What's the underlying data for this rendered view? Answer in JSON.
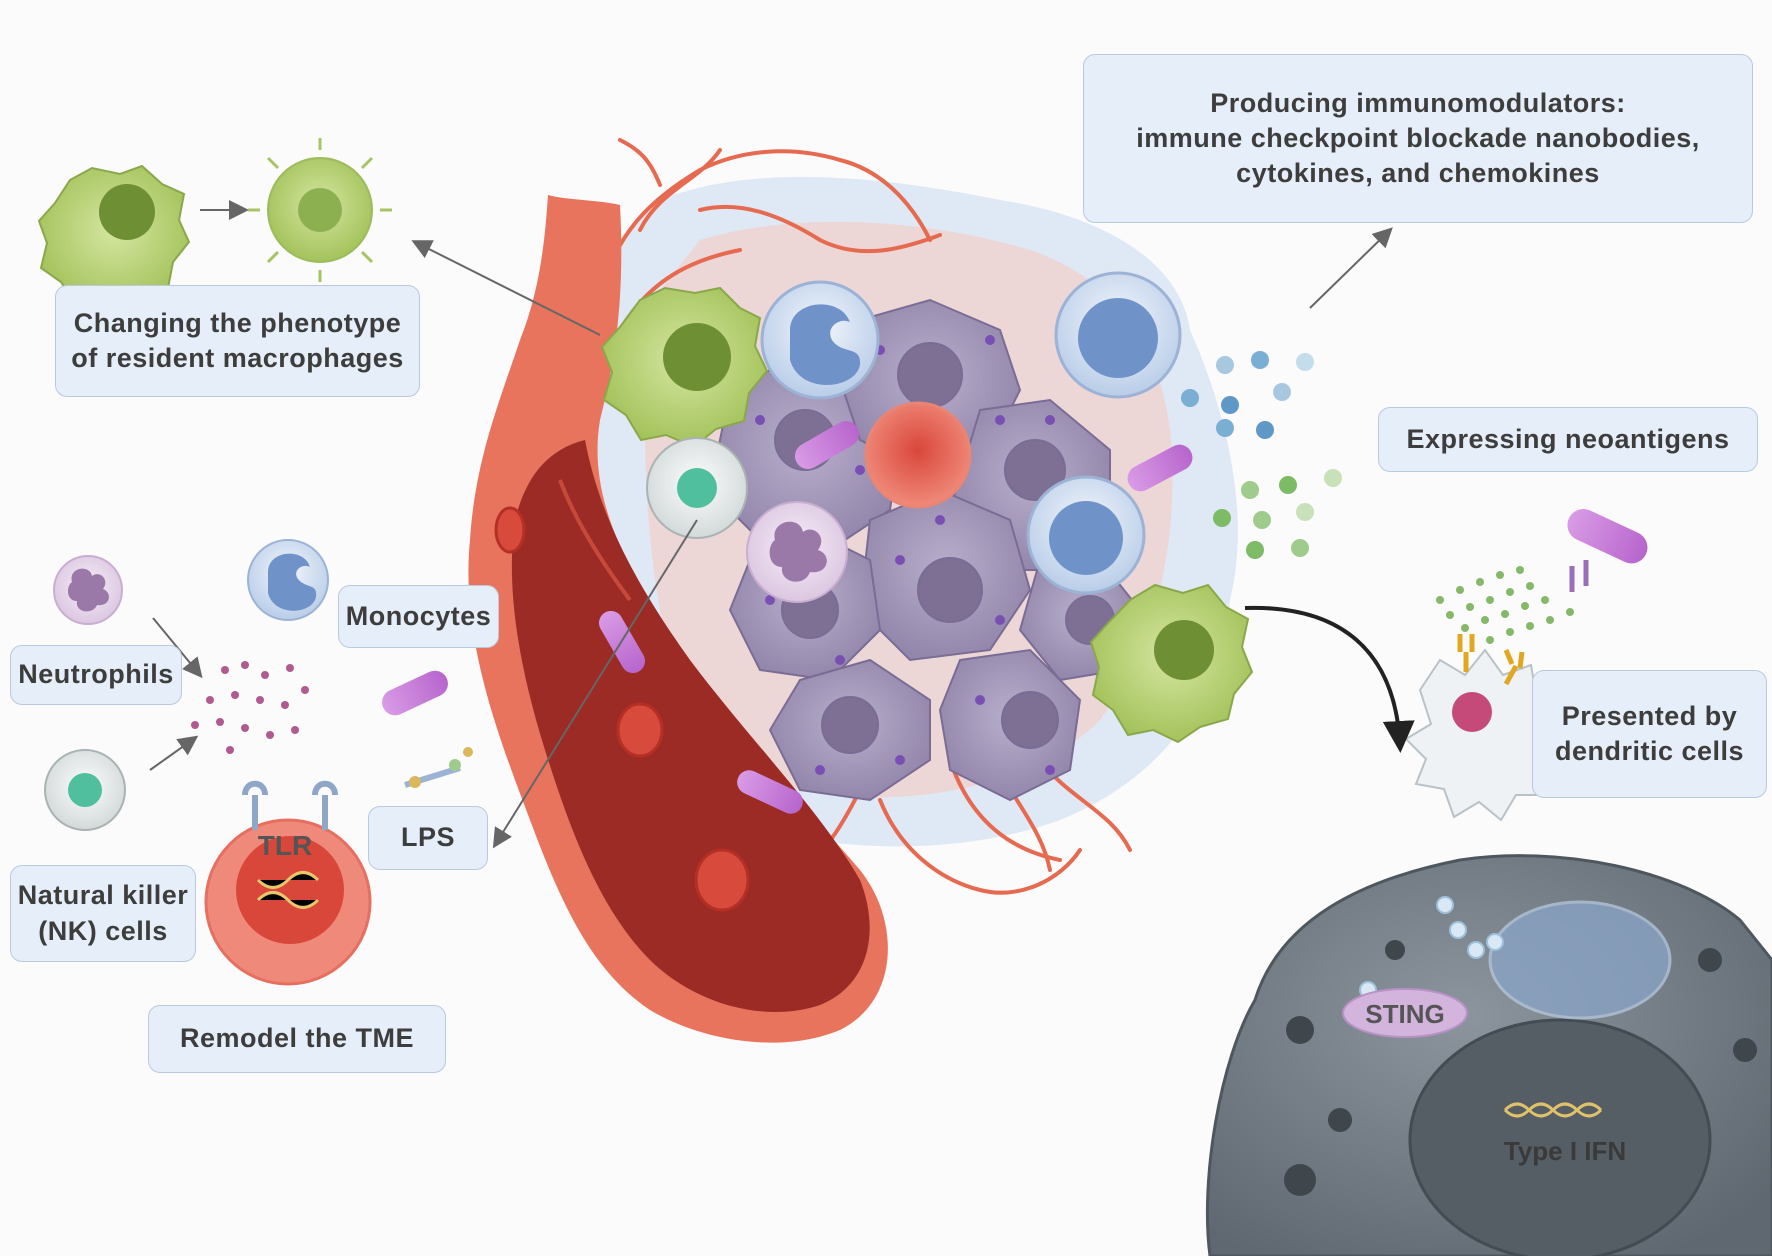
{
  "labels": {
    "macrophages": [
      "Changing the phenotype",
      "of resident macrophages"
    ],
    "immunomodulators": [
      "Producing immunomodulators:",
      "immune checkpoint blockade nanobodies,",
      "cytokines, and chemokines"
    ],
    "neoantigens": "Expressing neoantigens",
    "dendritic": [
      "Presented by",
      "dendritic cells"
    ],
    "neutrophils": "Neutrophils",
    "monocytes": "Monocytes",
    "nk_cells": [
      "Natural killer",
      "(NK) cells"
    ],
    "lps": "LPS",
    "remodel": "Remodel the TME",
    "tlr": "TLR",
    "sting": "STING",
    "type_i_ifn": "Type I IFN"
  },
  "colors": {
    "label_bg": "#e6eff9",
    "label_border": "#b9c9de",
    "vessel_outer": "#e8745e",
    "vessel_inner": "#9b2b24",
    "tumor_cell": "#a59ab8",
    "macrophage": "#b7cf73",
    "monocyte": "#6f93c9",
    "bacteria": "#c77ad9",
    "host_cell": "#6e7880"
  }
}
